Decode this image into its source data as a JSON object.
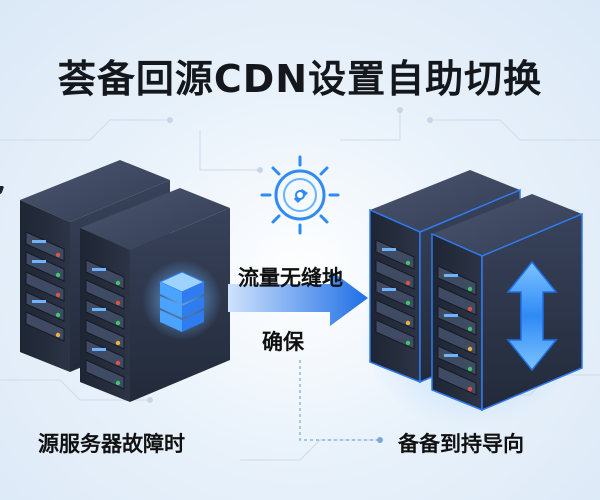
{
  "title": "荟备回源CDN设置自助切换",
  "labels": {
    "left_bottom": "源服务器故障时",
    "right_bottom": "备备到持导向",
    "arrow_top": "流量无缝地",
    "arrow_bottom": "确保"
  },
  "icons": {
    "left_servers": "server-rack-icon",
    "stack": "layer-stack-icon",
    "arrow": "arrow-right-icon",
    "gear": "gear-target-icon",
    "updown": "up-down-arrow-icon",
    "right_servers": "server-rack-icon"
  },
  "colors": {
    "server_dark": "#2a3245",
    "server_mid": "#3a4560",
    "accent_blue": "#2f7bf0",
    "glow_blue": "#4aa3ff",
    "arrow_blue": "#2c7ef2",
    "text": "#111111"
  }
}
